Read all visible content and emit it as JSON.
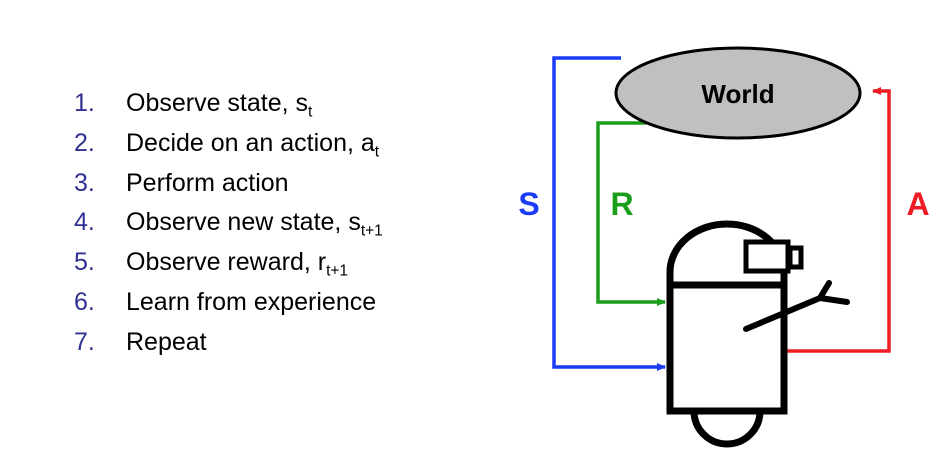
{
  "steps": [
    {
      "number": "1.",
      "text": "Observe state, s",
      "sub": "t"
    },
    {
      "number": "2.",
      "text": "Decide on an action, a",
      "sub": "t"
    },
    {
      "number": "3.",
      "text": "Perform action",
      "sub": ""
    },
    {
      "number": "4.",
      "text": "Observe new state, s",
      "sub": "t+1"
    },
    {
      "number": "5.",
      "text": "Observe reward, r",
      "sub": "t+1"
    },
    {
      "number": "6.",
      "text": "Learn from experience",
      "sub": ""
    },
    {
      "number": "7.",
      "text": "Repeat",
      "sub": ""
    }
  ],
  "diagram": {
    "world_label": "World",
    "state_label": "S",
    "reward_label": "R",
    "action_label": "A"
  },
  "colors": {
    "number": "#2e3192",
    "state": "#1a3cf5",
    "reward": "#1a9e1a",
    "action": "#ee1c24",
    "world_fill": "#c0c0c0"
  }
}
